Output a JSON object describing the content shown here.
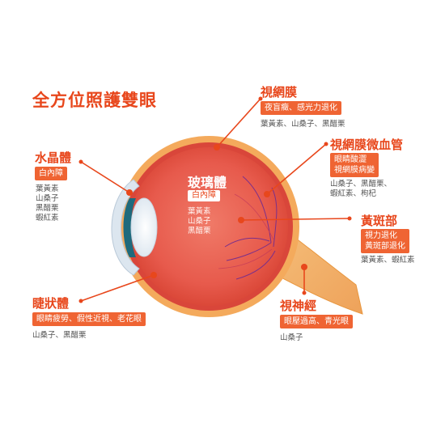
{
  "title": "全方位照護雙眼",
  "colors": {
    "accent": "#e8471c",
    "badge": "#ef6433",
    "eye_red": "#ea5a4a",
    "nerve": "#f3b066",
    "iris": "#1e6a7d"
  },
  "parts": {
    "retina": {
      "label": "視網膜",
      "badge_lines": [
        "夜盲癥、感光力退化"
      ],
      "nutrients": [
        "葉黃素、山桑子、黑醋栗"
      ]
    },
    "lens": {
      "label": "水晶體",
      "badge_lines": [
        "白內障"
      ],
      "nutrients": [
        "葉黃素",
        "山桑子",
        "黑醋栗",
        "蝦紅素"
      ]
    },
    "vitreous": {
      "label": "玻璃體",
      "badge_lines": [
        "白內障"
      ],
      "nutrients": [
        "葉黃素",
        "山桑子",
        "黑醋栗"
      ]
    },
    "capillary": {
      "label": "視網膜微血管",
      "badge_lines": [
        "眼睛酸澀",
        "視網膜病變"
      ],
      "nutrients": [
        "山桑子、黑醋栗、",
        "蝦紅素、枸杞"
      ]
    },
    "macula": {
      "label": "黃斑部",
      "badge_lines": [
        "視力退化",
        "黃斑部退化"
      ],
      "nutrients": [
        "葉黃素、蝦紅素"
      ]
    },
    "ciliary": {
      "label": "睫狀體",
      "badge_lines": [
        "眼睛疲勞、假性近視、老花眼"
      ],
      "nutrients": [
        "山桑子、黑醋栗"
      ]
    },
    "optic_nerve": {
      "label": "視神經",
      "badge_lines": [
        "眼壓過高、青光眼"
      ],
      "nutrients": [
        "山桑子"
      ]
    }
  }
}
